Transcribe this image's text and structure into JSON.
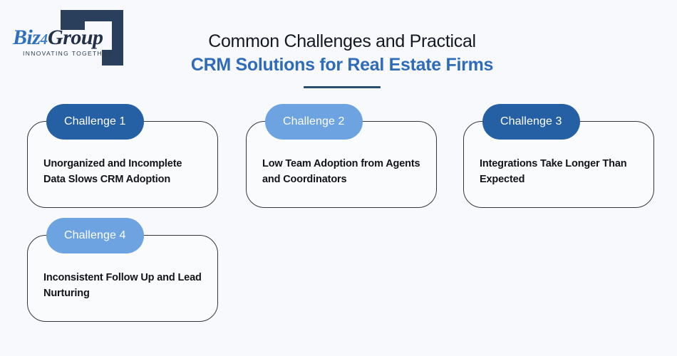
{
  "theme": {
    "background": "#f8f9fc",
    "title_accent": "#2e6bb8",
    "rule_color": "#27506f",
    "badge_dark": "#2660a4",
    "badge_light": "#6ca3e0",
    "card_border": "#32363c",
    "card_fill": "#fafbfd",
    "body_text": "#111418"
  },
  "logo": {
    "name_part1": "Biz",
    "name_part2": "4",
    "name_part3": "Group",
    "tagline": "INNOVATING TOGETHER",
    "mark_icon": "bracket-frame-icon"
  },
  "header": {
    "title_line1": "Common Challenges and Practical",
    "title_line2": "CRM Solutions for Real Estate Firms"
  },
  "cards": [
    {
      "badge": "Challenge 1",
      "badge_style": "dark",
      "body": "Unorganized and Incomplete Data Slows CRM Adoption"
    },
    {
      "badge": "Challenge 2",
      "badge_style": "light",
      "body": "Low Team Adoption from Agents and Coordinators"
    },
    {
      "badge": "Challenge 3",
      "badge_style": "dark",
      "body": "Integrations Take Longer Than Expected"
    },
    {
      "badge": "Challenge 4",
      "badge_style": "light",
      "body": "Inconsistent Follow Up and Lead Nurturing"
    }
  ]
}
